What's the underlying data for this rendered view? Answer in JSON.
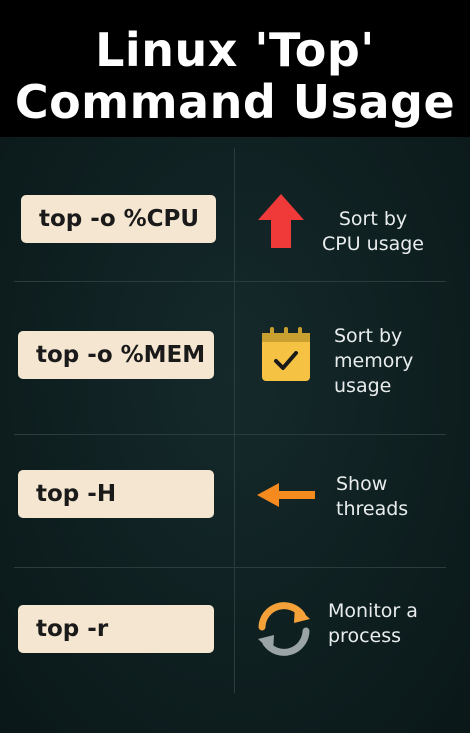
{
  "header": {
    "title_line1": "Linux 'Top'",
    "title_line2": "Command Usage"
  },
  "rows": [
    {
      "command": "top -o %CPU",
      "desc_line1": "Sort by",
      "desc_line2": "CPU usage",
      "icon": "red-up-arrow-icon"
    },
    {
      "command": "top -o %MEM",
      "desc_line1": "Sort by",
      "desc_line2": "memory",
      "desc_line3": "usage",
      "icon": "calendar-check-icon"
    },
    {
      "command": "top -H",
      "desc_line1": "Show",
      "desc_line2": "threads",
      "icon": "left-arrow-icon"
    },
    {
      "command": "top -r",
      "desc_line1": "Monitor a",
      "desc_line2": "process",
      "icon": "refresh-cycle-icon"
    }
  ],
  "colors": {
    "header_bg": "#000000",
    "panel_bg": "#0f1f1f",
    "command_bg": "#f4e6d0",
    "arrow_red": "#f03a3a",
    "calendar_yellow": "#f5c244",
    "arrow_orange": "#f58a1f",
    "cycle_orange": "#f4a13a",
    "cycle_gray": "#9aa3a6"
  }
}
